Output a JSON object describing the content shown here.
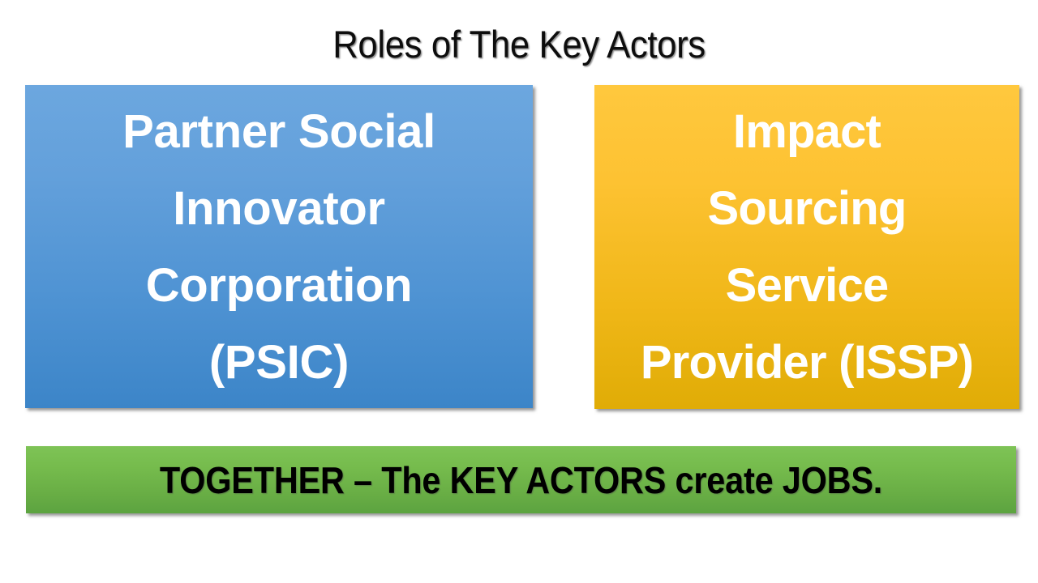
{
  "slide": {
    "title": "Roles of The Key Actors",
    "background_color": "#FFFFFF"
  },
  "cards": [
    {
      "id": "psic",
      "name": "Partner Social Innovator Corporation (PSIC)",
      "text": "Partner Social\nInnovator\nCorporation\n(PSIC)",
      "text_color": "#FFFFFF",
      "fill_top": "#6CA7DF",
      "fill_bottom": "#3C85C8"
    },
    {
      "id": "issp",
      "name": "Impact Sourcing Service Provider (ISSP)",
      "text": "Impact\nSourcing\nService\nProvider (ISSP)",
      "text_color": "#FFFFFF",
      "fill_top": "#FFC83E",
      "fill_bottom": "#E0AC06"
    }
  ],
  "banner": {
    "text": "TOGETHER – The KEY ACTORS create JOBS.",
    "text_color": "#000000",
    "fill_top": "#7EC356",
    "fill_bottom": "#5CA340"
  }
}
